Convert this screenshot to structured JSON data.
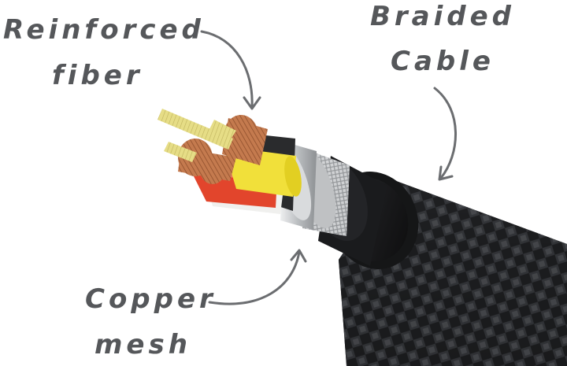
{
  "labels": {
    "reinforced_fiber": [
      "Reinforced",
      "fiber"
    ],
    "braided_cable": [
      "Braided",
      "Cable"
    ],
    "copper_mesh": [
      "Copper",
      "mesh"
    ]
  },
  "colors": {
    "label_text": "#55575a",
    "arrow": "#6b6d70",
    "jacket": "#1b1c1e",
    "braid_highlight": "#4a4c50",
    "copper": "#c47a4e",
    "fiber": "#e6dd86",
    "foil": "#c9cbcd",
    "yellow_wire": "#f1e03a",
    "red_wire": "#e2452c",
    "white_wire": "#f0f0ee",
    "black_wire": "#2a2b2d"
  },
  "icons": [
    "arrow-icon"
  ]
}
